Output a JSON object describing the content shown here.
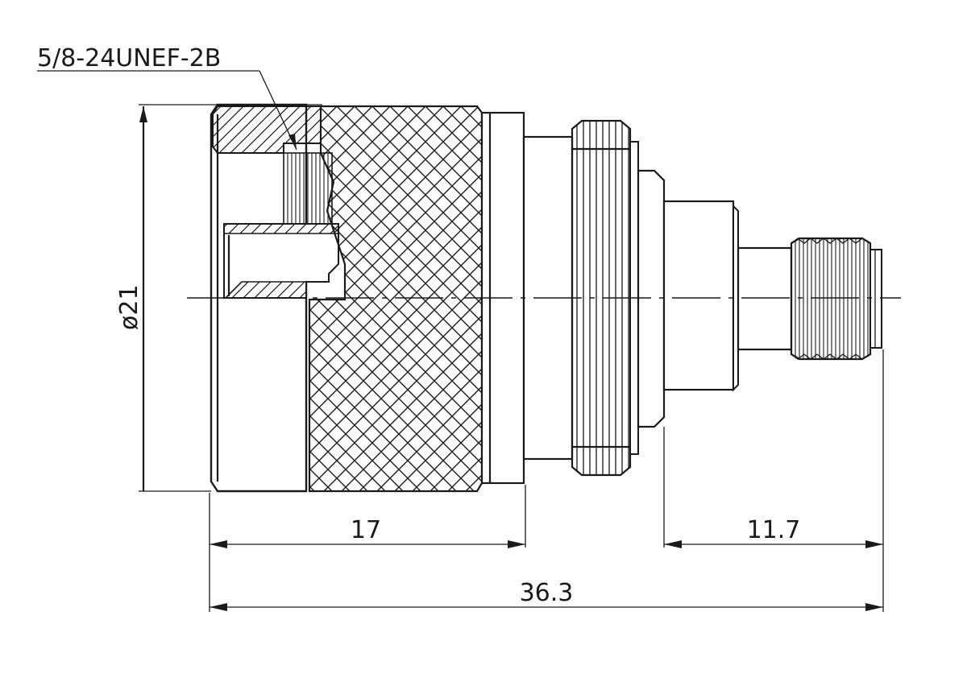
{
  "drawing": {
    "thread_callout": "5/8-24UNEF-2B",
    "diameter_label": "ø21",
    "dim_length_front": "17",
    "dim_length_rear": "11.7",
    "dim_length_total": "36.3"
  },
  "colors": {
    "line": "#1a1a1a",
    "background": "#ffffff"
  }
}
